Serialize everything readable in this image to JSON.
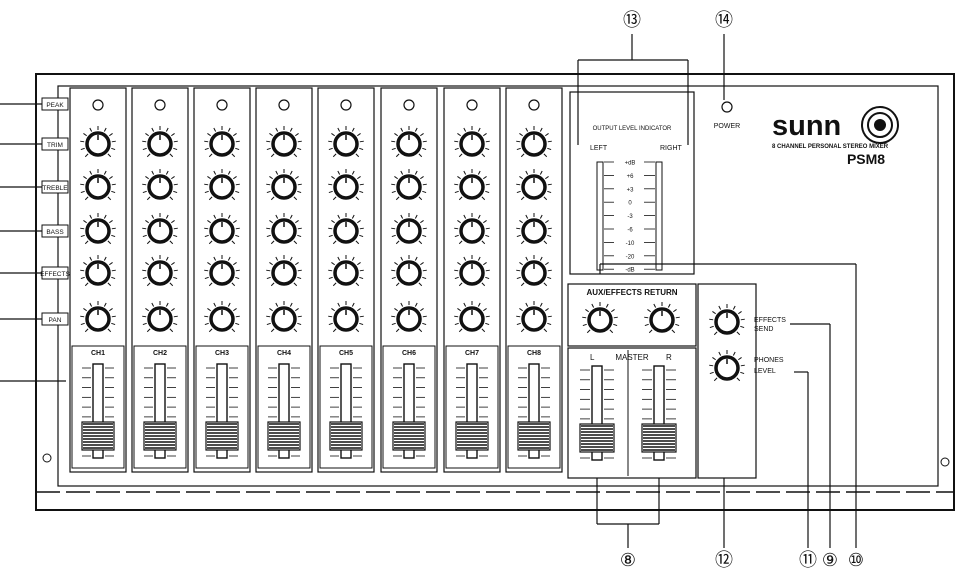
{
  "brand": {
    "name": "sunn",
    "subtitle": "8 CHANNEL PERSONAL STEREO MIXER",
    "model": "PSM8"
  },
  "row_labels": [
    "PEAK",
    "TRIM",
    "TREBLE",
    "BASS",
    "EFFECTS",
    "PAN"
  ],
  "channels": [
    "CH1",
    "CH2",
    "CH3",
    "CH4",
    "CH5",
    "CH6",
    "CH7",
    "CH8"
  ],
  "meter": {
    "title": "OUTPUT LEVEL INDICATOR",
    "left": "LEFT",
    "right": "RIGHT",
    "scale": [
      "+dB",
      "+6",
      "+3",
      "0",
      "-3",
      "-6",
      "-10",
      "-20",
      "-dB"
    ]
  },
  "power_label": "POWER",
  "aux_return_label": "AUX/EFFECTS RETURN",
  "master": {
    "l": "L",
    "label": "MASTER",
    "r": "R"
  },
  "effects_send": [
    "EFFECTS",
    "SEND"
  ],
  "phones_level": [
    "PHONES",
    "LEVEL"
  ],
  "callouts": [
    "⑬",
    "⑭",
    "⑧",
    "⑫",
    "⑪",
    "⑨",
    "⑩"
  ]
}
